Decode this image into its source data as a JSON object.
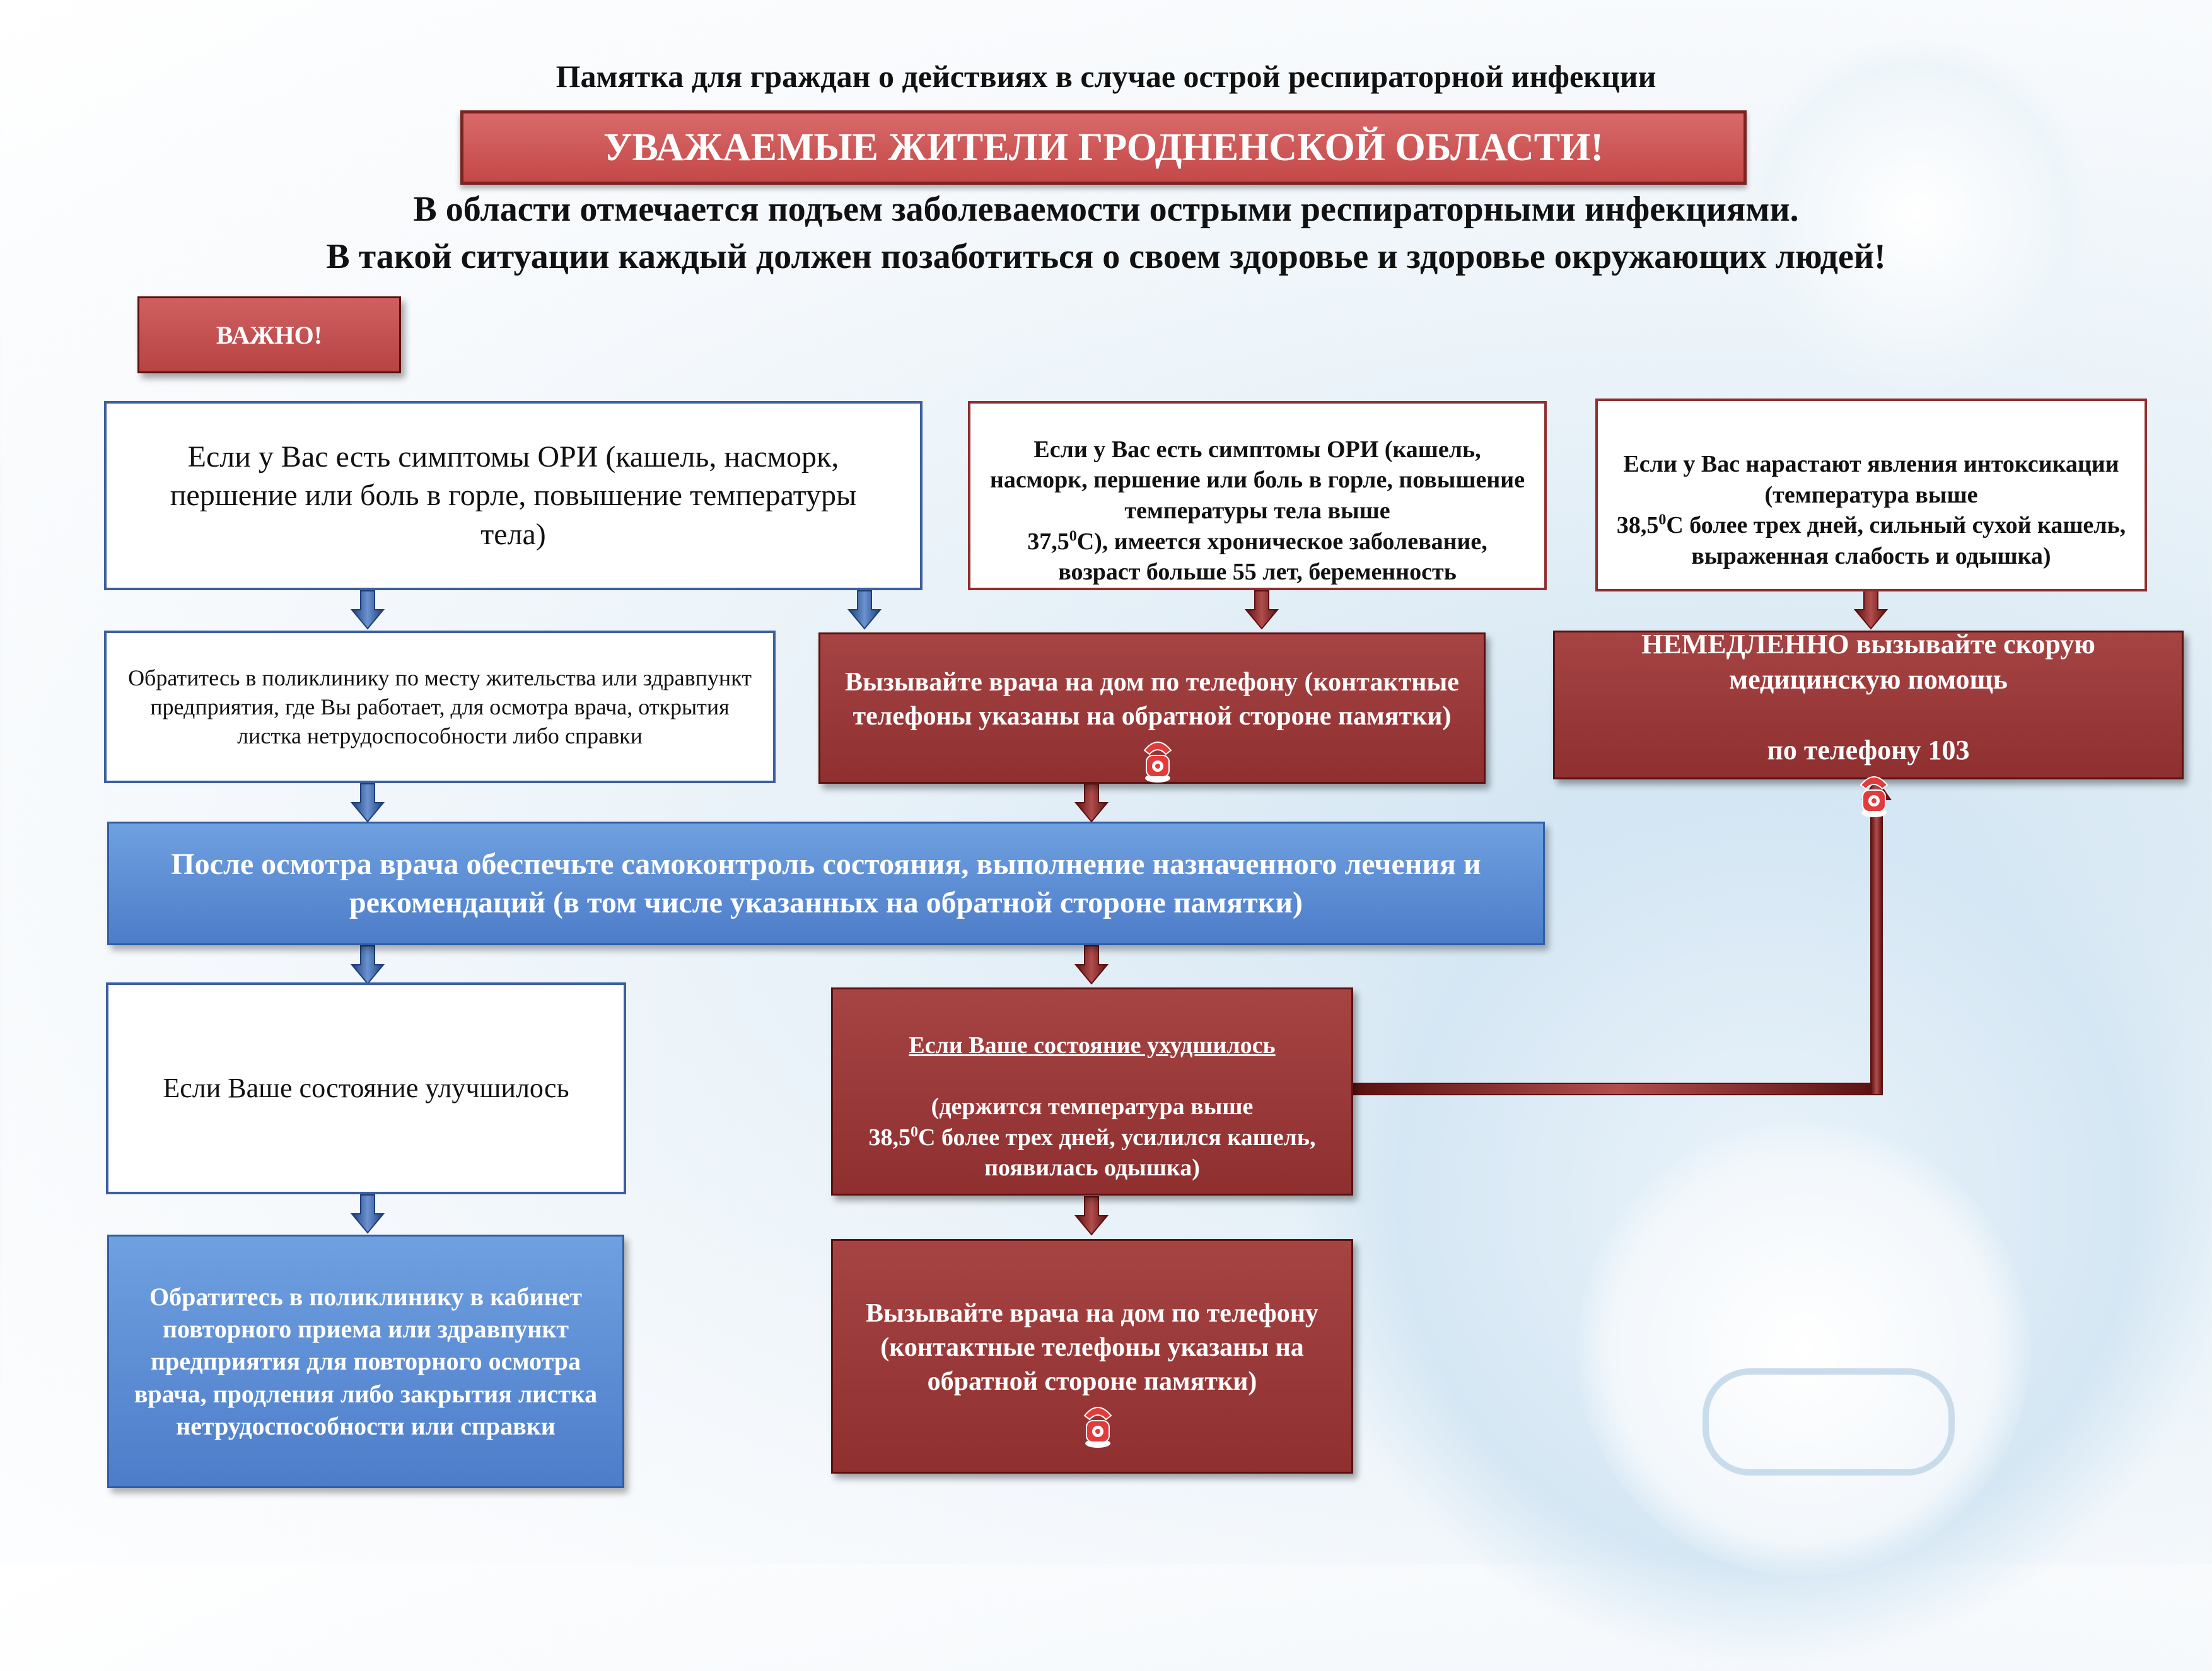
{
  "header": {
    "title": "Памятка для граждан о действиях в случае острой респираторной инфекции",
    "banner": "УВАЖАЕМЫЕ ЖИТЕЛИ ГРОДНЕНСКОЙ ОБЛАСТИ!",
    "line1": "В области отмечается подъем заболеваемости острыми респираторными инфекциями.",
    "line2": "В такой ситуации каждый должен позаботиться о своем здоровье и здоровье окружающих людей!"
  },
  "important_label": "ВАЖНО!",
  "left": {
    "symptoms": "Если у Вас есть симптомы ОРИ (кашель, насморк, першение или боль в горле, повышение температуры тела)",
    "clinic": "Обратитесь в поликлинику по месту жительства или здравпункт предприятия, где Вы работает, для осмотра врача, открытия листка нетрудоспособности либо справки",
    "improved": "Если Ваше состояние улучшилось",
    "revisit": "Обратитесь в поликлинику в кабинет повторного приема или здравпункт предприятия для повторного осмотра врача, продления либо закрытия листка нетрудоспособности или справки"
  },
  "middle": {
    "symptoms_line1": "Если у Вас есть симптомы ОРИ (кашель, насморк, першение или боль в горле, повышение температуры тела выше",
    "symptoms_temp": "37,5",
    "symptoms_deg": "0",
    "symptoms_line2": "С), имеется хроническое заболевание, возраст больше 55 лет, беременность",
    "call_doctor": "Вызывайте врача на дом по телефону (контактные телефоны указаны на обратной стороне памятки)",
    "worse_title": "Если Ваше состояние ухудшилось",
    "worse_line1": "(держится температура выше",
    "worse_temp": "38,5",
    "worse_deg": "0",
    "worse_line2": "С более трех дней, усилился кашель, появилась одышка)",
    "call_doctor2": "Вызывайте врача на дом по телефону (контактные телефоны указаны на обратной стороне памятки)"
  },
  "right": {
    "intox_line1": "Если у Вас нарастают явления интоксикации (температура выше",
    "intox_temp": "38,5",
    "intox_deg": "0",
    "intox_line2": "С  более трех дней, сильный сухой кашель, выраженная слабость и одышка)",
    "emergency_line1": "НЕМЕДЛЕННО вызывайте скорую медицинскую помощь",
    "emergency_line2": "по телефону 103"
  },
  "after_exam": "После осмотра врача обеспечьте самоконтроль состояния, выполнение назначенного лечения и рекомендаций (в том числе указанных на обратной стороне памятки)",
  "icons": [
    "telephone-icon"
  ],
  "colors": {
    "red": "#8f2f2f",
    "blue": "#4d7dc9",
    "outline": "#3c5fa0",
    "banner": "#c44848"
  }
}
